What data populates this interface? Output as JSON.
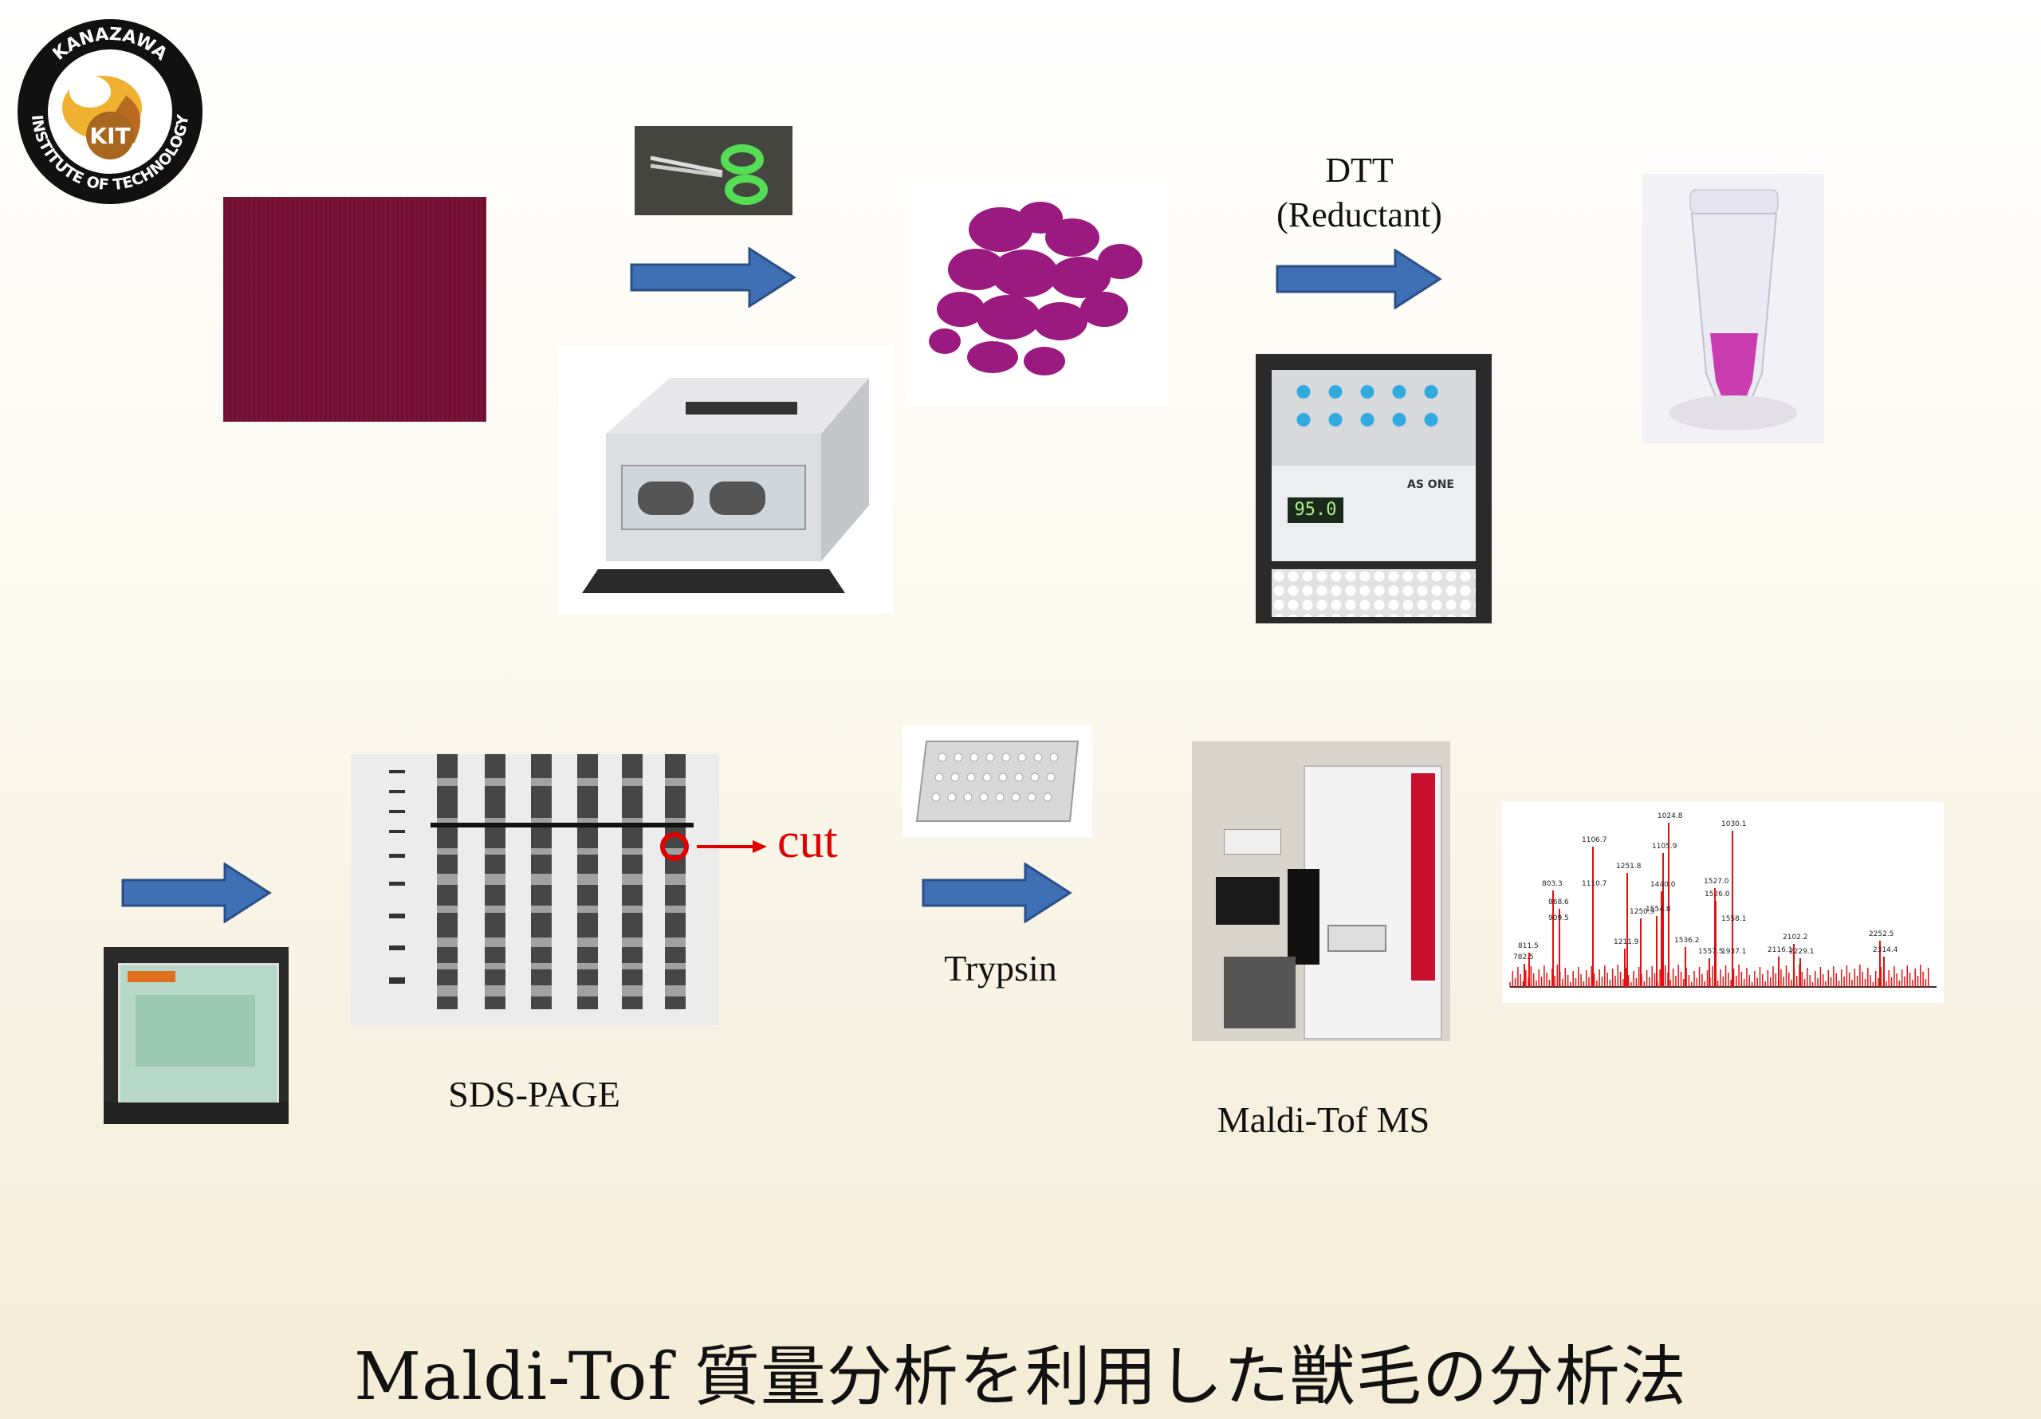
{
  "logo": {
    "line1": "KANAZAWA",
    "line2": "INSTITUTE OF TECHNOLOGY",
    "badge": "KIT"
  },
  "labels": {
    "dtt": "DTT",
    "reductant": "(Reductant)",
    "cut": "cut",
    "trypsin": "Trypsin",
    "sds_page": "SDS-PAGE",
    "maldi_tof_ms": "Maldi-Tof MS"
  },
  "heat_block": {
    "display": "95.0",
    "brand": "AS ONE"
  },
  "spectrum_peaks": [
    "1024.8",
    "1030.1",
    "1106.7",
    "1105.9",
    "1110.7",
    "1251.8",
    "1440.0",
    "1526.0",
    "1527.0",
    "1250.9",
    "1554.8",
    "803.3",
    "868.6",
    "909.5",
    "1211.9",
    "1536.2",
    "1558.1",
    "1557.5",
    "1937.1",
    "2102.2",
    "2116.1",
    "2229.1",
    "2252.5",
    "2314.4",
    "811.5",
    "782.5"
  ],
  "title": "Maldi-Tof 質量分析を利用した獣毛の分析法",
  "colors": {
    "arrow": "#3f6fb4",
    "arrow_edge": "#2a4f88",
    "cut": "#e00000",
    "fabric": "#7a1238",
    "fibers": "#9a1a80"
  }
}
